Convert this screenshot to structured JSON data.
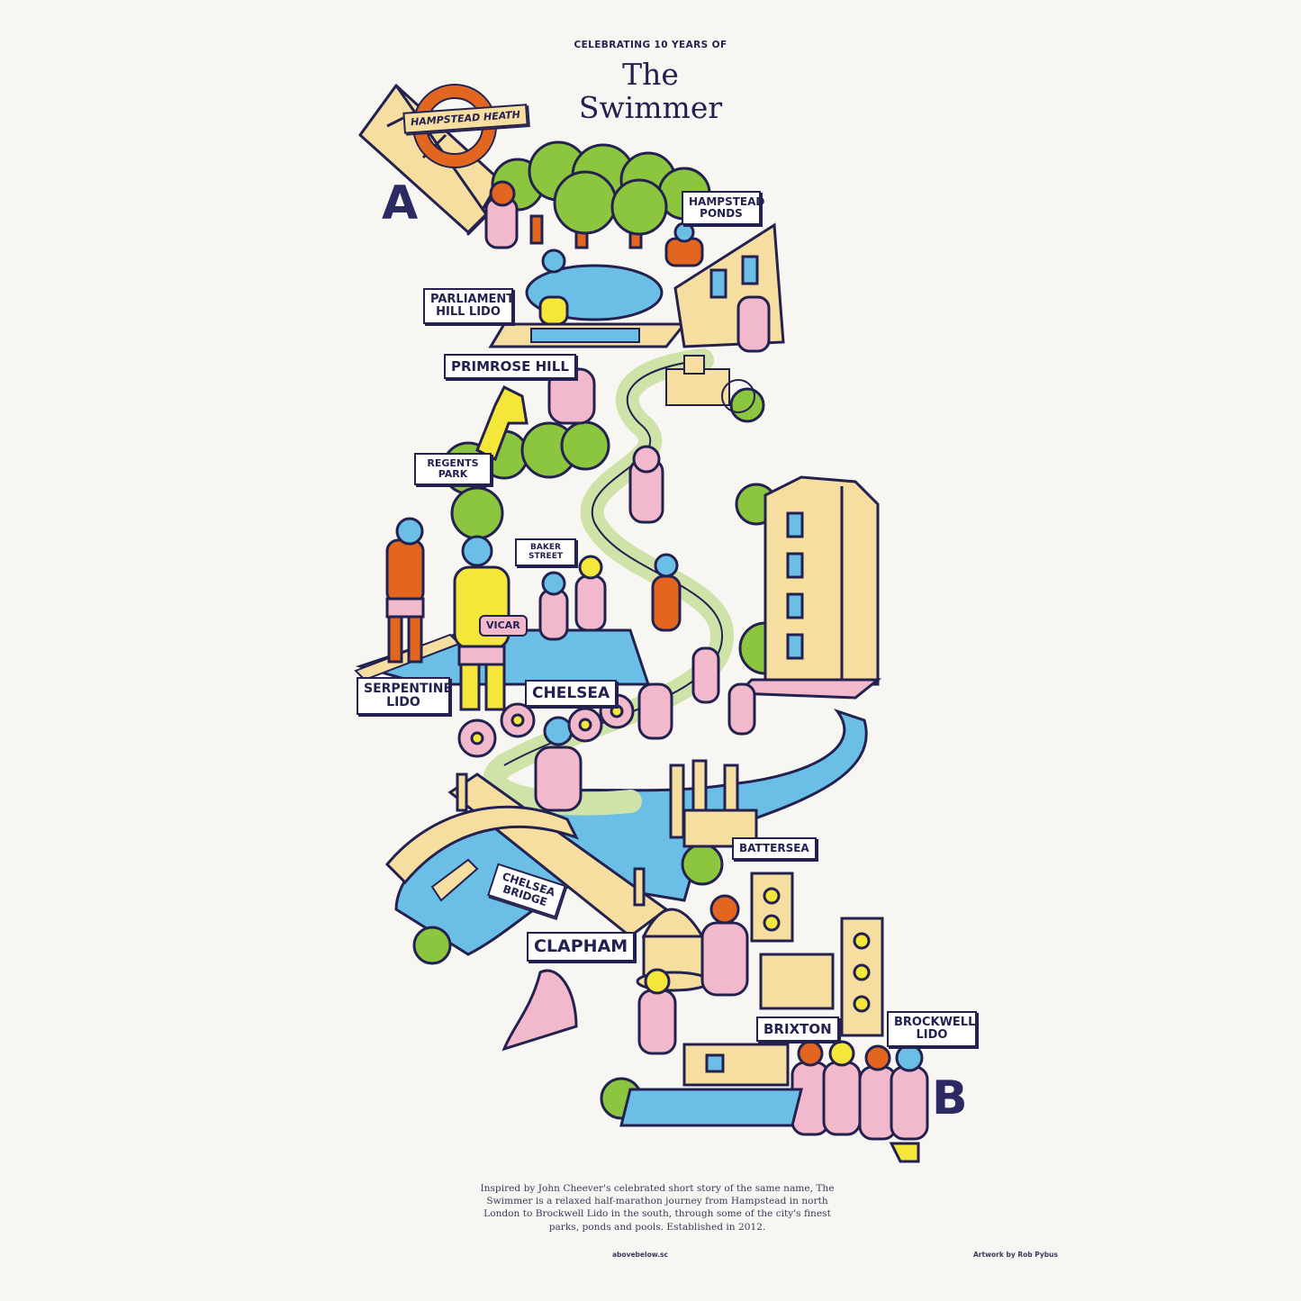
{
  "header": {
    "kicker": "CELEBRATING 10 YEARS OF",
    "title_line1": "The",
    "title_line2": "Swimmer"
  },
  "map": {
    "start_marker": "A",
    "end_marker": "B",
    "labels": {
      "hampstead_heath": "HAMPSTEAD HEATH",
      "hampstead_ponds": "HAMPSTEAD PONDS",
      "parliament_hill_lido": "PARLIAMENT HILL LIDO",
      "primrose_hill": "PRIMROSE HILL",
      "regents_park": "REGENTS PARK",
      "baker_street": "BAKER STREET",
      "serpentine_lido": "SERPENTINE LIDO",
      "chelsea": "CHELSEA",
      "vicar": "VICAR",
      "battersea": "BATTERSEA",
      "chelsea_bridge": "CHELSEA BRIDGE",
      "clapham": "CLAPHAM",
      "brixton": "BRIXTON",
      "brockwell_lido": "BROCKWELL LIDO"
    },
    "colors": {
      "ink": "#23214f",
      "water": "#6bbfe6",
      "tree": "#8cc63f",
      "skin_yellow": "#f5e63a",
      "skin_orange": "#e2661f",
      "robe_pink": "#f2b8cc",
      "building": "#f6dea0",
      "path": "#cfe3a8",
      "roundel": "#e2661f",
      "background": "#f7f6f2"
    }
  },
  "footer": {
    "description": "Inspired by John Cheever's celebrated short story of the same name, The Swimmer is a relaxed half-marathon journey from Hampstead in north London to Brockwell Lido in the south, through some of the city's finest parks, ponds and pools. Established in 2012.",
    "website": "abovebelow.sc",
    "credit": "Artwork by Rob Pybus"
  }
}
